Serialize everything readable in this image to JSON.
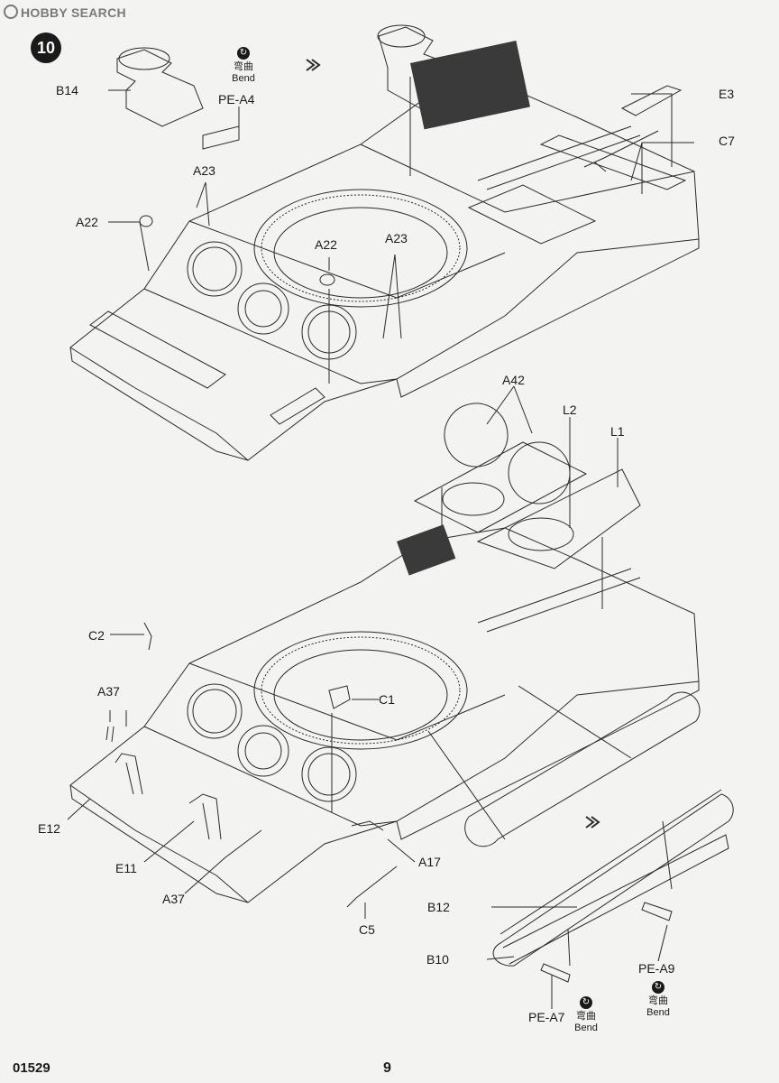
{
  "watermark": {
    "brand": "HOBBY SEARCH",
    "icon": "hobbysearch-logo-icon"
  },
  "step": {
    "number": "10"
  },
  "bend_text": {
    "cn": "弯曲",
    "en": "Bend"
  },
  "labels": {
    "b14": "B14",
    "pea4": "PE-A4",
    "e3": "E3",
    "c7": "C7",
    "a23_top": "A23",
    "a22_left": "A22",
    "a22_mid": "A22",
    "a23_mid": "A23",
    "a42": "A42",
    "l2": "L2",
    "l1": "L1",
    "c2": "C2",
    "c1": "C1",
    "a37_left": "A37",
    "e12": "E12",
    "e11": "E11",
    "a37_bottom": "A37",
    "a17": "A17",
    "c5": "C5",
    "b12": "B12",
    "b10": "B10",
    "pea9": "PE-A9",
    "pea7": "PE-A7"
  },
  "footer": {
    "code": "01529",
    "page": "9"
  }
}
